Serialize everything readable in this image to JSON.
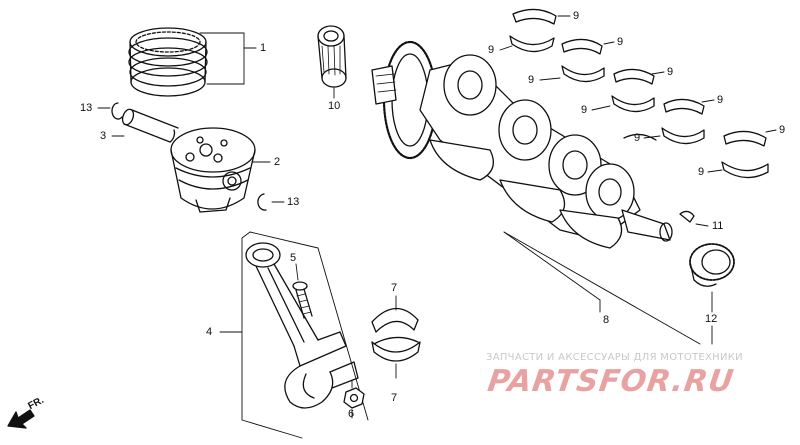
{
  "diagram": {
    "callouts": [
      {
        "id": "c1",
        "label": "1"
      },
      {
        "id": "c2",
        "label": "2"
      },
      {
        "id": "c3",
        "label": "3"
      },
      {
        "id": "c4",
        "label": "4"
      },
      {
        "id": "c5",
        "label": "5"
      },
      {
        "id": "c6",
        "label": "6"
      },
      {
        "id": "c7a",
        "label": "7"
      },
      {
        "id": "c7b",
        "label": "7"
      },
      {
        "id": "c8",
        "label": "8"
      },
      {
        "id": "c9a",
        "label": "9"
      },
      {
        "id": "c9b",
        "label": "9"
      },
      {
        "id": "c9c",
        "label": "9"
      },
      {
        "id": "c9d",
        "label": "9"
      },
      {
        "id": "c9e",
        "label": "9"
      },
      {
        "id": "c9f",
        "label": "9"
      },
      {
        "id": "c9g",
        "label": "9"
      },
      {
        "id": "c9h",
        "label": "9"
      },
      {
        "id": "c9i",
        "label": "9"
      },
      {
        "id": "c9j",
        "label": "9"
      },
      {
        "id": "c9k",
        "label": "9"
      },
      {
        "id": "c10",
        "label": "10"
      },
      {
        "id": "c11",
        "label": "11"
      },
      {
        "id": "c12",
        "label": "12"
      },
      {
        "id": "c13a",
        "label": "13"
      },
      {
        "id": "c13b",
        "label": "13"
      }
    ],
    "direction_label": "FR.",
    "watermark": {
      "caption": "ЗАПЧАСТИ И АКСЕССУАРЫ ДЛЯ МОТОТЕХНИКИ",
      "logo": "PARTSFOR.RU"
    }
  }
}
